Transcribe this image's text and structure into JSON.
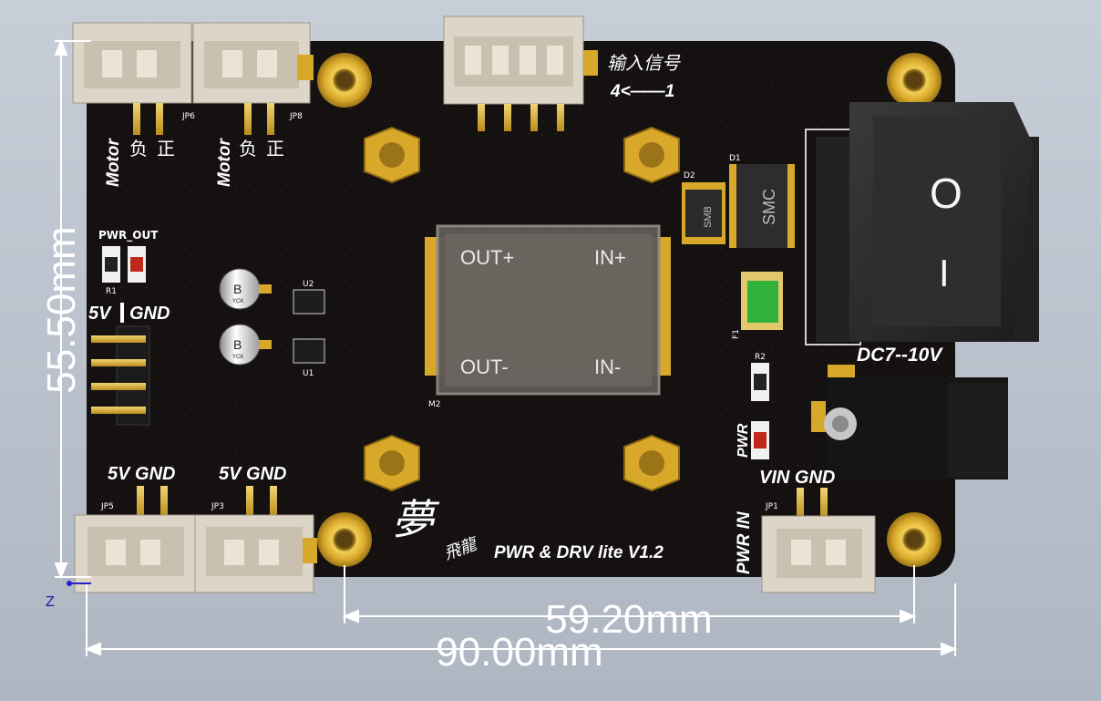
{
  "board": {
    "title": "PWR & DRV  lite V1.2",
    "input_signal": "输入信号",
    "pin_order": "4<——1",
    "motor_label": "Motor",
    "neg_label": "负",
    "pos_label": "正",
    "pwr_out": "PWR_OUT",
    "header_5v": "5V",
    "header_gnd": "GND",
    "jp5_label": "5V  GND",
    "jp3_label": "5V  GND",
    "vin_gnd": "VIN  GND",
    "pwr_in": "PWR IN",
    "pwr_led": "PWR",
    "dc_range": "DC7--10V",
    "switch_off": "O",
    "switch_on": "I",
    "calligraphy": "夢",
    "calligraphy2": "飛龍",
    "designators": {
      "jp6": "JP6",
      "jp8": "JP8",
      "jp5": "JP5",
      "jp3": "JP3",
      "jp1": "JP1",
      "r1": "R1",
      "r2": "R2",
      "u1": "U1",
      "u2": "U2",
      "m2": "M2",
      "d1": "D1",
      "d2": "D2",
      "f1": "F1"
    },
    "module": {
      "out_plus": "OUT+",
      "in_plus": "IN+",
      "out_minus": "OUT-",
      "in_minus": "IN-"
    },
    "diodes": {
      "d1": "SMC",
      "d2": "SMB"
    },
    "caps": {
      "text": "B",
      "sub": "YCK"
    }
  },
  "dimensions": {
    "height": "55.50mm",
    "mount_spacing": "59.20mm",
    "width": "90.00mm"
  },
  "axis": {
    "z": "Z"
  },
  "colors": {
    "pcb": "#141110",
    "gold": "#d7a82a",
    "connector": "#ddd5c7",
    "switch": "#2b2b2b",
    "background": "#bac1cc"
  }
}
